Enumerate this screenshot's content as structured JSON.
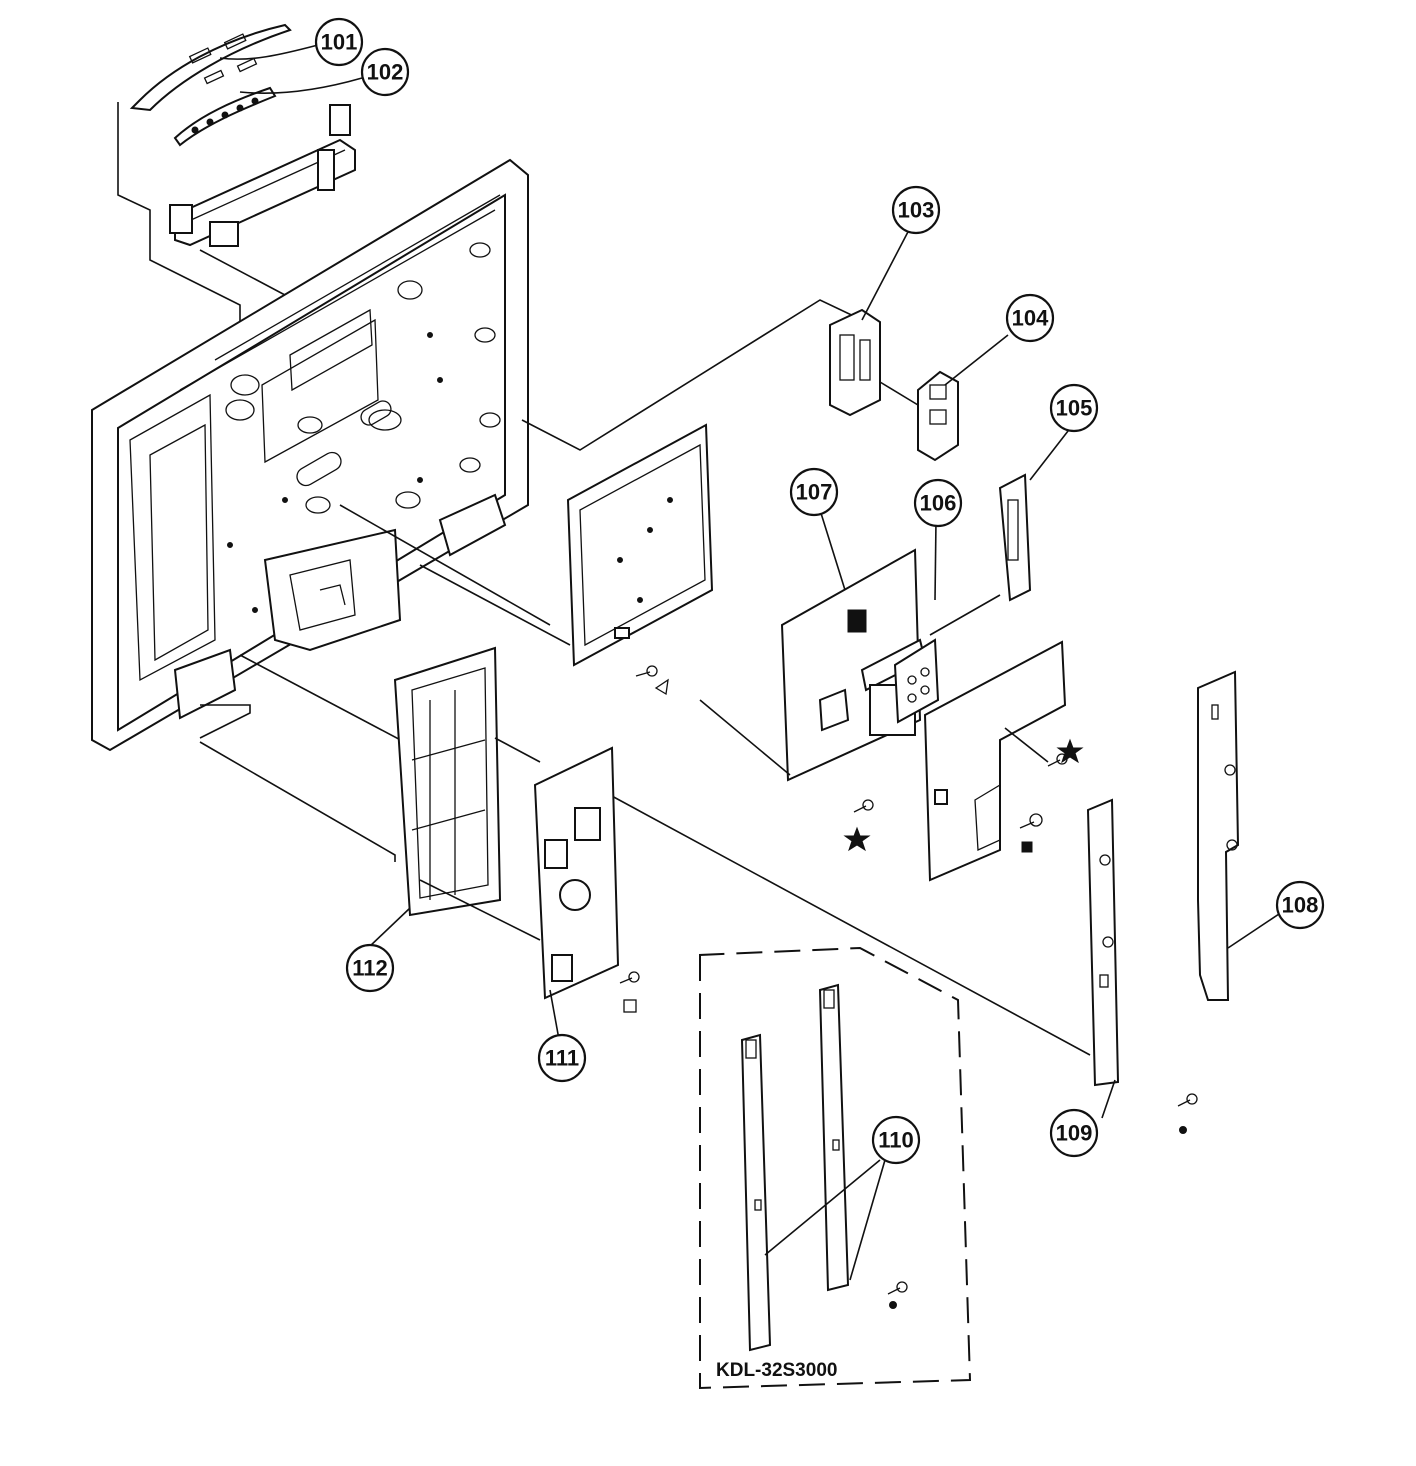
{
  "callouts": [
    {
      "id": "101",
      "label": "101"
    },
    {
      "id": "102",
      "label": "102"
    },
    {
      "id": "103",
      "label": "103"
    },
    {
      "id": "104",
      "label": "104"
    },
    {
      "id": "105",
      "label": "105"
    },
    {
      "id": "106",
      "label": "106"
    },
    {
      "id": "107",
      "label": "107"
    },
    {
      "id": "108",
      "label": "108"
    },
    {
      "id": "109",
      "label": "109"
    },
    {
      "id": "110",
      "label": "110"
    },
    {
      "id": "111",
      "label": "111"
    },
    {
      "id": "112",
      "label": "112"
    }
  ],
  "variant_box": {
    "model_label": "KDL-32S3000"
  },
  "screw_symbols": [
    "outline-triangle",
    "star",
    "star",
    "filled-square",
    "outline-square",
    "dot",
    "dot"
  ],
  "colors": {
    "line": "#111111",
    "background": "#ffffff"
  }
}
